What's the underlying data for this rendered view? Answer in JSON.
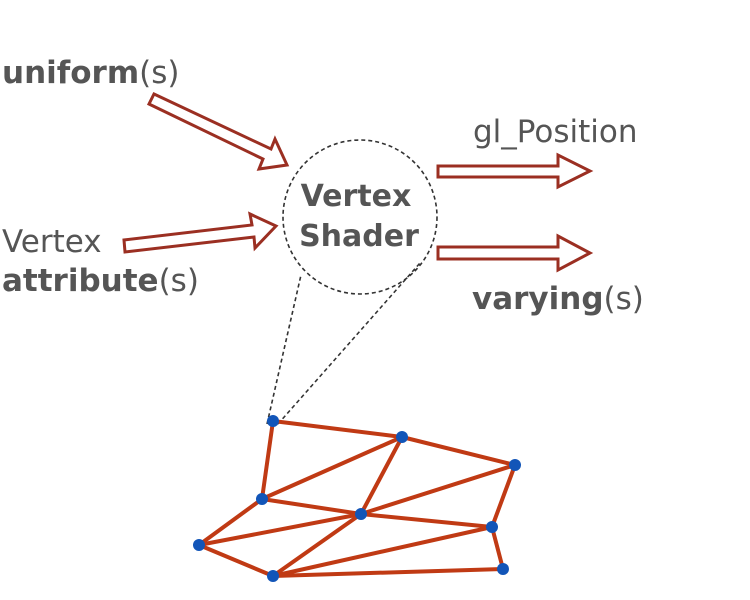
{
  "inputs": {
    "uniform": {
      "bold": "uniform",
      "suffix": "(s)"
    },
    "attribute": {
      "line1": "Vertex",
      "bold": "attribute",
      "suffix": "(s)"
    }
  },
  "shader": {
    "line1": "Vertex",
    "line2": "Shader"
  },
  "outputs": {
    "position": "gl_Position",
    "varying": {
      "bold": "varying",
      "suffix": "(s)"
    }
  },
  "colors": {
    "arrow_stroke": "#9b2f22",
    "mesh_edge": "#c03a14",
    "mesh_vertex": "#1255b8",
    "text": "#555555"
  }
}
